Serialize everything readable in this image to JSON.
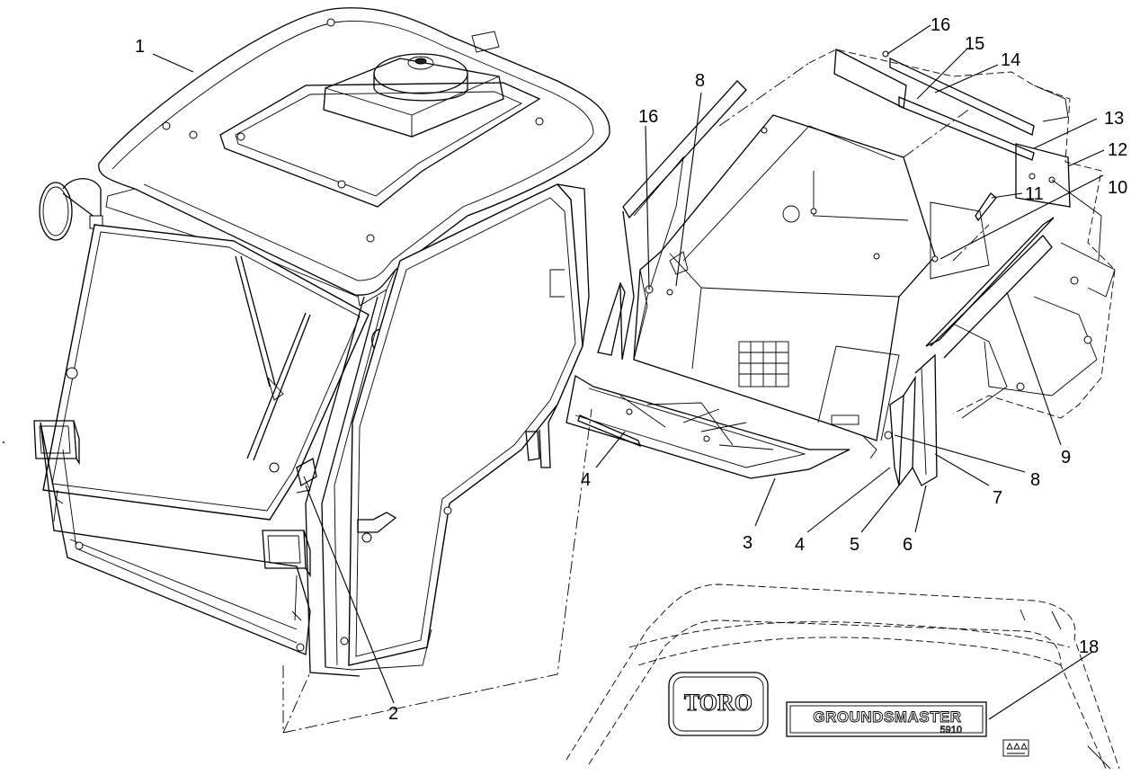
{
  "callouts": [
    {
      "id": "c1",
      "label": "1"
    },
    {
      "id": "c2",
      "label": "2"
    },
    {
      "id": "c3",
      "label": "3"
    },
    {
      "id": "c4a",
      "label": "4"
    },
    {
      "id": "c4b",
      "label": "4"
    },
    {
      "id": "c5",
      "label": "5"
    },
    {
      "id": "c6",
      "label": "6"
    },
    {
      "id": "c7",
      "label": "7"
    },
    {
      "id": "c8a",
      "label": "8"
    },
    {
      "id": "c8b",
      "label": "8"
    },
    {
      "id": "c9",
      "label": "9"
    },
    {
      "id": "c10",
      "label": "10"
    },
    {
      "id": "c11",
      "label": "11"
    },
    {
      "id": "c12",
      "label": "12"
    },
    {
      "id": "c13",
      "label": "13"
    },
    {
      "id": "c14",
      "label": "14"
    },
    {
      "id": "c15",
      "label": "15"
    },
    {
      "id": "c16a",
      "label": "16"
    },
    {
      "id": "c16b",
      "label": "16"
    },
    {
      "id": "c18",
      "label": "18"
    }
  ],
  "decal": {
    "brand": "TORO",
    "model_name": "GROUNDSMASTER",
    "model_number": "5910"
  },
  "colors": {
    "line": "#000000",
    "background": "#ffffff"
  }
}
